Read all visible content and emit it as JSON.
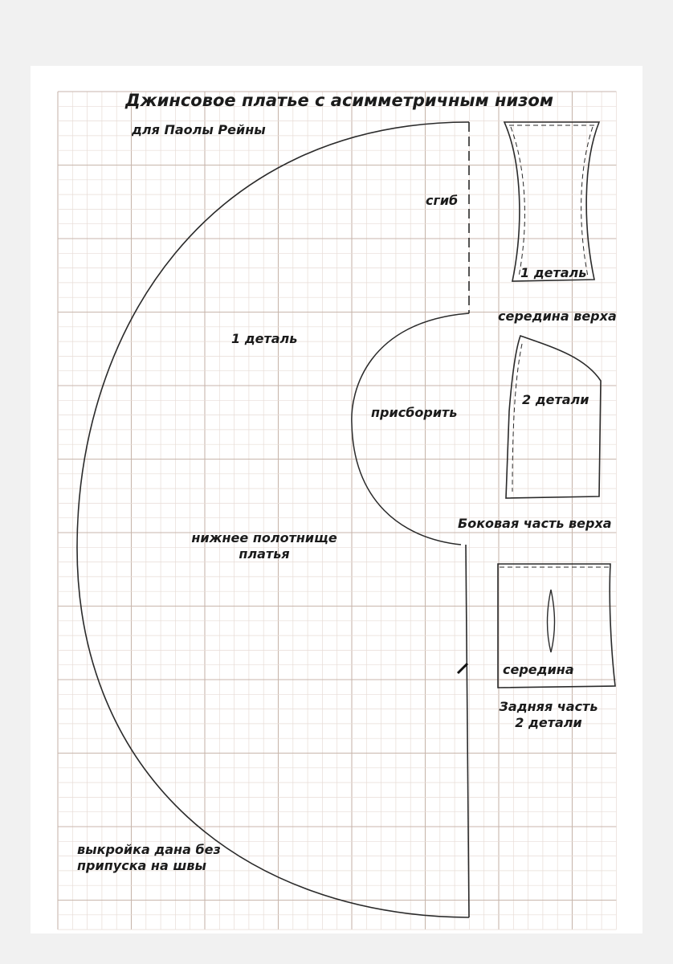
{
  "title": "Джинсовое платье с асимметричным низом",
  "subtitle": "для Паолы Рейны",
  "labels": {
    "fold": "сгиб",
    "skirt_count": "1 деталь",
    "gather": "присборить",
    "skirt_name_line1": "нижнее полотнище",
    "skirt_name_line2": "платья",
    "note_line1": "выкройка дана без",
    "note_line2": "припуска на швы",
    "top_center_count": "1 деталь",
    "top_center_name": "середина верха",
    "top_side_count": "2 детали",
    "top_side_name": "Боковая часть верха",
    "back_center_mark": "середина",
    "back_name": "Задняя часть",
    "back_count": "2 детали"
  },
  "colors": {
    "paper": "#ffffff",
    "grid_fine": "#e7dcd6",
    "grid_coarse": "#c8b6ac",
    "ink": "#2a2a2a"
  }
}
